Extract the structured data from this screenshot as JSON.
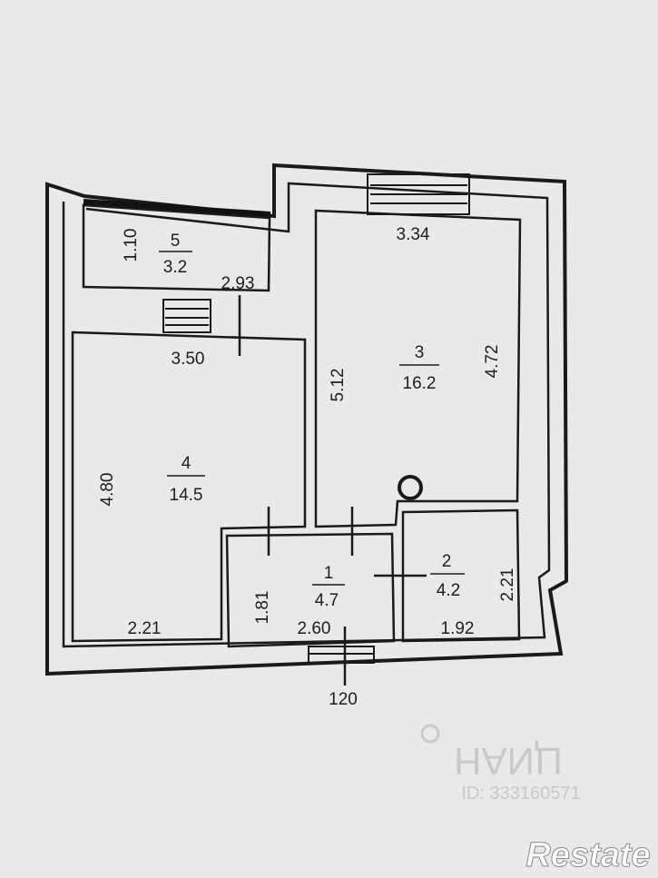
{
  "rooms": [
    {
      "number": "1",
      "area": "4.7"
    },
    {
      "number": "2",
      "area": "4.2"
    },
    {
      "number": "3",
      "area": "16.2"
    },
    {
      "number": "4",
      "area": "14.5"
    },
    {
      "number": "5",
      "area": "3.2"
    }
  ],
  "dimensions": {
    "d_1_10": "1.10",
    "d_2_93": "2.93",
    "d_3_34": "3.34",
    "d_3_50": "3.50",
    "d_5_12": "5.12",
    "d_4_72": "4.72",
    "d_4_80": "4.80",
    "d_1_81": "1.81",
    "d_2_21_right": "2.21",
    "d_2_21_bottom": "2.21",
    "d_2_60": "2.60",
    "d_1_92": "1.92",
    "d_120": "120"
  },
  "watermark": {
    "logo": "ЦИАН",
    "id": "ID: 333160571"
  },
  "brand": {
    "name": "Restate"
  }
}
